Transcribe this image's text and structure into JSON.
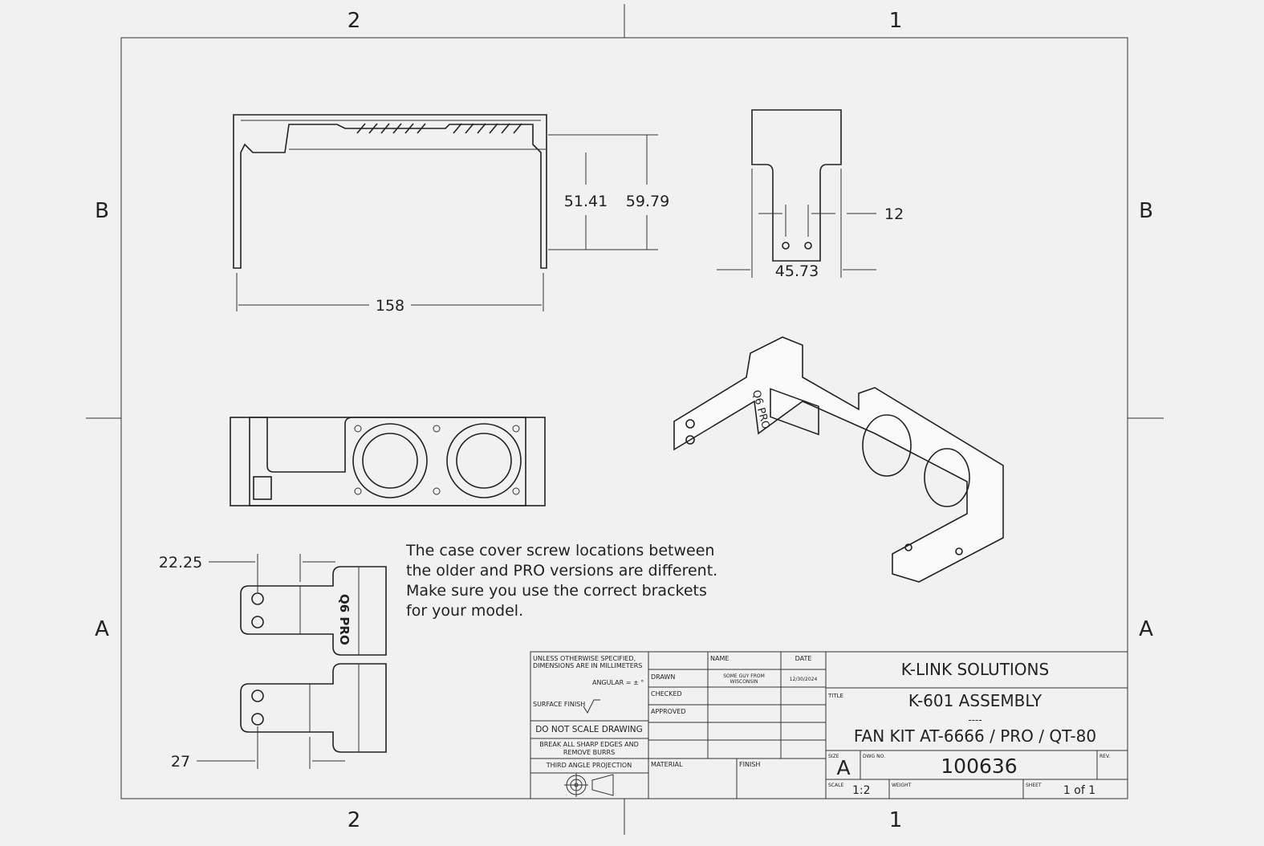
{
  "zones": {
    "columns": [
      "2",
      "1"
    ],
    "rows": [
      "B",
      "A"
    ]
  },
  "dimensions": {
    "front_height_inner": "51.41",
    "front_height_outer": "59.79",
    "front_width": "158",
    "side_tab_width": "12",
    "side_width": "45.73",
    "bracket_offset_top": "22.25",
    "bracket_offset_bottom": "27"
  },
  "part_marking": "Q6 PRO",
  "note": [
    "The case cover screw locations between",
    "the older and PRO versions are different.",
    "Make sure you use the correct brackets",
    "for your model."
  ],
  "title_block": {
    "tolerance_note_1": "UNLESS OTHERWISE SPECIFIED,",
    "tolerance_note_2": "DIMENSIONS ARE IN MILLIMETERS",
    "angular": "ANGULAR = ± °",
    "surface_finish": "SURFACE FINISH",
    "do_not_scale": "DO NOT SCALE DRAWING",
    "break_edges_1": "BREAK ALL SHARP EDGES AND",
    "break_edges_2": "REMOVE BURRS",
    "projection": "THIRD ANGLE PROJECTION",
    "name_header": "NAME",
    "date_header": "DATE",
    "drawn_label": "DRAWN",
    "drawn_name_1": "SOME GUY FROM",
    "drawn_name_2": "WISCONSIN",
    "drawn_date": "12/30/2024",
    "checked_label": "CHECKED",
    "approved_label": "APPROVED",
    "material_label": "MATERIAL",
    "finish_label": "FINISH",
    "company": "K-LINK SOLUTIONS",
    "title_label": "TITLE",
    "title_1": "K-601 ASSEMBLY",
    "title_sep": "----",
    "title_2": "FAN KIT AT-6666 / PRO / QT-80",
    "size_label": "SIZE",
    "size": "A",
    "dwg_no_label": "DWG NO.",
    "dwg_no": "100636",
    "rev_label": "REV.",
    "scale_label": "SCALE",
    "scale": "1:2",
    "weight_label": "WEIGHT",
    "sheet_label": "SHEET",
    "sheet": "1 of 1"
  }
}
